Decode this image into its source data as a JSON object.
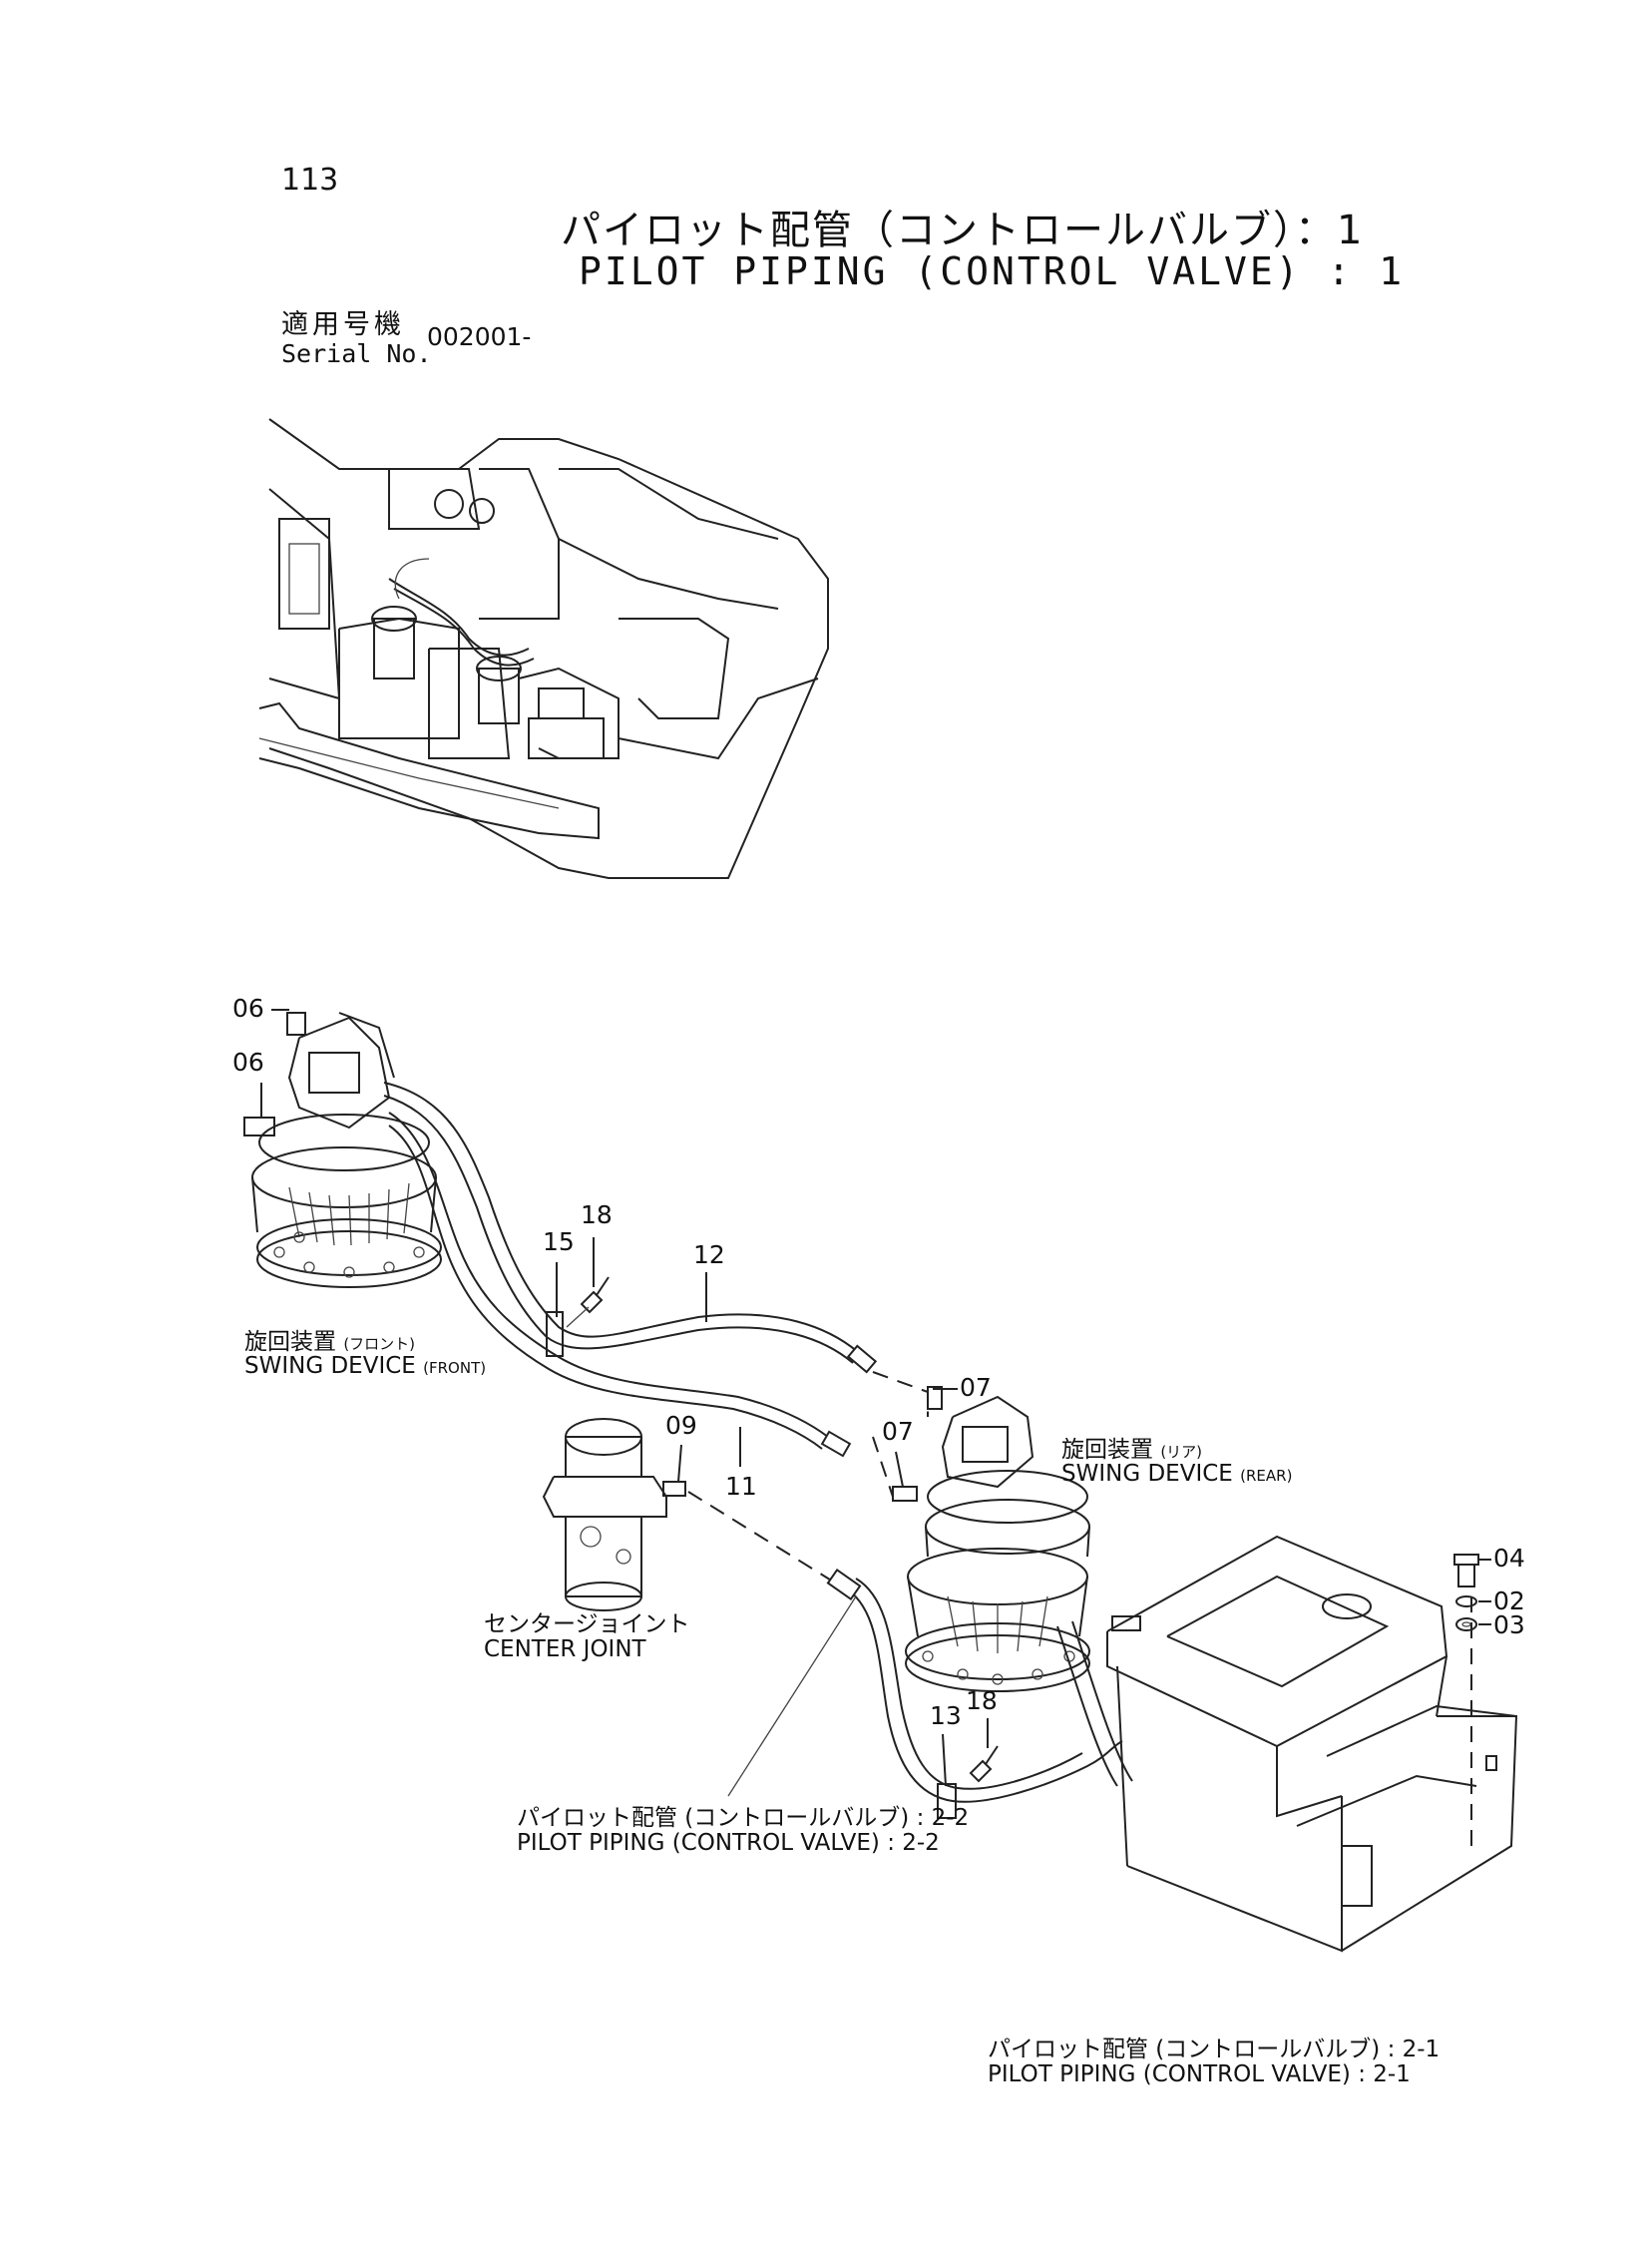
{
  "header": {
    "page_number": "113",
    "title_jp": "パイロット配管（コントロールバルブ）：1",
    "title_en": "PILOT PIPING (CONTROL VALVE) : 1",
    "serial_label_jp": "適用号機",
    "serial_label_en": "Serial No.",
    "serial_value": "002001-"
  },
  "callouts": {
    "c06a": "06",
    "c06b": "06",
    "c18a": "18",
    "c15": "15",
    "c12": "12",
    "c07a": "07",
    "c07b": "07",
    "c09": "09",
    "c11": "11",
    "c04": "04",
    "c02": "02",
    "c03": "03",
    "c13": "13",
    "c18b": "18"
  },
  "captions": {
    "swing_front_jp": "旋回装置",
    "swing_front_jp_sub": "(フロント)",
    "swing_front_en": "SWING DEVICE",
    "swing_front_en_sub": "(FRONT)",
    "swing_rear_jp": "旋回装置",
    "swing_rear_jp_sub": "(リア)",
    "swing_rear_en": "SWING DEVICE",
    "swing_rear_en_sub": "(REAR)",
    "center_joint_jp": "センタージョイント",
    "center_joint_en": "CENTER JOINT",
    "ref_22_jp": "パイロット配管 (コントロールバルブ) : 2-2",
    "ref_22_en": "PILOT PIPING (CONTROL VALVE) : 2-2",
    "ref_21_jp": "パイロット配管 (コントロールバルブ) : 2-1",
    "ref_21_en": "PILOT PIPING (CONTROL VALVE) : 2-1"
  }
}
